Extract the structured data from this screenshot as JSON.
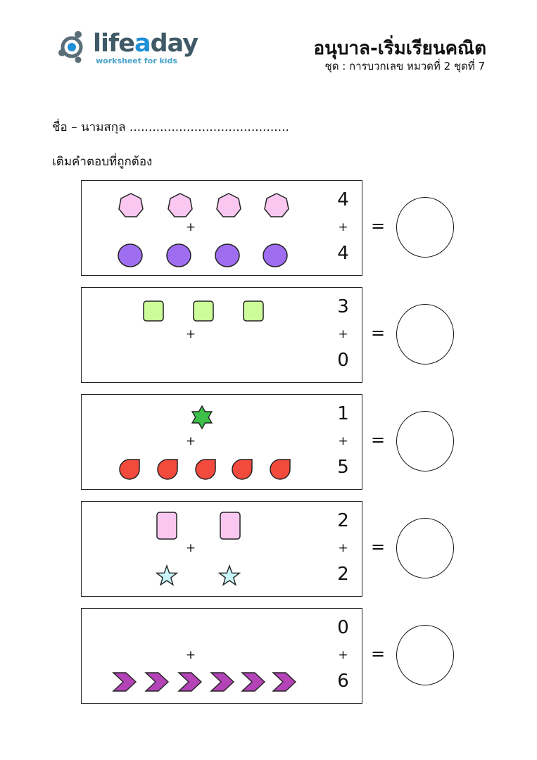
{
  "header": {
    "logo_main": "lifeaday",
    "logo_tagline": "worksheet for kids",
    "title": "อนุบาล-เริ่มเรียนคณิต",
    "subtitle": "ชุด : การบวกเลข หมวดที่ 2 ชุดที่ 7"
  },
  "name_line": "ชื่อ – นามสกุล ..........................................",
  "instruction": "เติมคำตอบที่ถูกต้อง",
  "plus_sign": "+",
  "equals_sign": "=",
  "colors": {
    "heptagon": "#f9c7f0",
    "circle_purple": "#9f6ef0",
    "square_green": "#ccfd9a",
    "star6_green": "#3dc047",
    "drop_red": "#f24a3c",
    "rect_pink": "#f9c7f0",
    "star5_cyan": "#c8f6f9",
    "chevron_purple": "#b343b6"
  },
  "problems": [
    {
      "a": "4",
      "b": "4",
      "top_shape": "heptagon-icon",
      "bottom_shape": "circle-icon",
      "top_count": 4,
      "bottom_count": 4
    },
    {
      "a": "3",
      "b": "0",
      "top_shape": "rounded-square-icon",
      "bottom_shape": "",
      "top_count": 3,
      "bottom_count": 0
    },
    {
      "a": "1",
      "b": "5",
      "top_shape": "six-point-star-icon",
      "bottom_shape": "drop-icon",
      "top_count": 1,
      "bottom_count": 5
    },
    {
      "a": "2",
      "b": "2",
      "top_shape": "rounded-rectangle-icon",
      "bottom_shape": "five-point-star-icon",
      "top_count": 2,
      "bottom_count": 2
    },
    {
      "a": "0",
      "b": "6",
      "top_shape": "",
      "bottom_shape": "chevron-icon",
      "top_count": 0,
      "bottom_count": 6
    }
  ]
}
